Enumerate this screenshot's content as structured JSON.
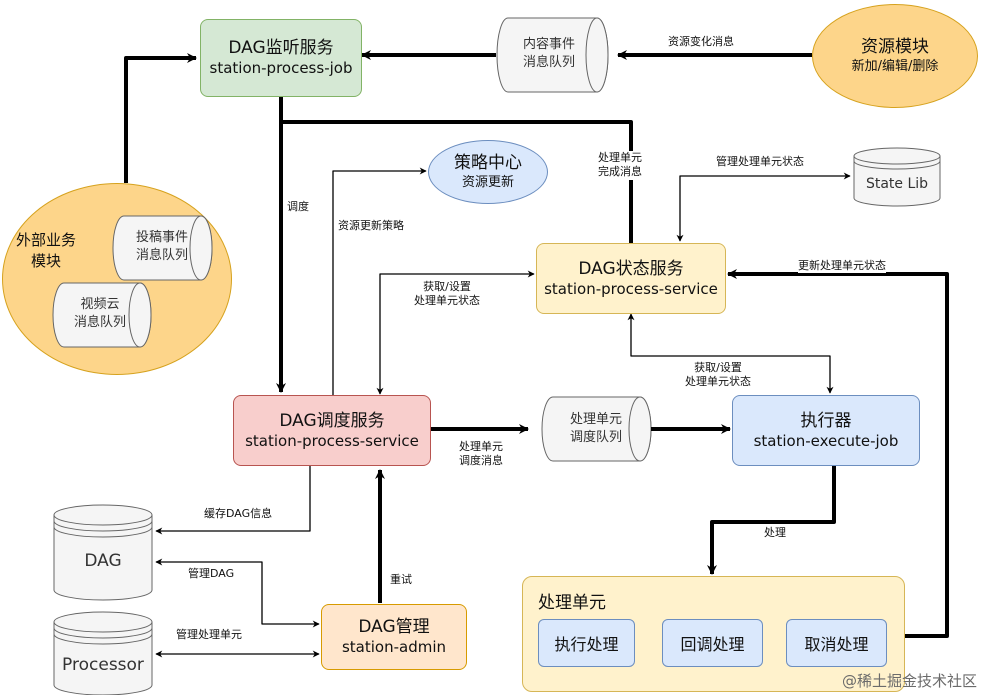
{
  "nodes": {
    "dag_listener": {
      "title": "DAG监听服务",
      "subtitle": "station-process-job"
    },
    "content_queue": {
      "line1": "内容事件",
      "line2": "消息队列"
    },
    "resource_module": {
      "title": "资源模块",
      "subtitle": "新加/编辑/删除"
    },
    "strategy_center": {
      "title": "策略中心",
      "subtitle": "资源更新"
    },
    "state_lib": {
      "label": "State Lib"
    },
    "dag_state": {
      "title": "DAG状态服务",
      "subtitle": "station-process-service"
    },
    "external_business": {
      "line1": "外部业务",
      "line2": "模块"
    },
    "submit_queue": {
      "line1": "投稿事件",
      "line2": "消息队列"
    },
    "video_queue": {
      "line1": "视频云",
      "line2": "消息队列"
    },
    "dag_scheduler": {
      "title": "DAG调度服务",
      "subtitle": "station-process-service"
    },
    "unit_queue": {
      "line1": "处理单元",
      "line2": "调度队列"
    },
    "executor": {
      "title": "执行器",
      "subtitle": "station-execute-job"
    },
    "dag_db": {
      "label": "DAG"
    },
    "processor_db": {
      "label": "Processor"
    },
    "dag_admin": {
      "title": "DAG管理",
      "subtitle": "station-admin"
    },
    "processing_unit": {
      "title": "处理单元",
      "items": [
        "执行处理",
        "回调处理",
        "取消处理"
      ]
    }
  },
  "edge_labels": {
    "resource_change": "资源变化消息",
    "unit_complete_1": "处理单元",
    "unit_complete_2": "完成消息",
    "manage_state": "管理处理单元状态",
    "dispatch": "调度",
    "resource_strategy": "资源更新策略",
    "get_set_1a": "获取/设置",
    "get_set_1b": "处理单元状态",
    "update_state": "更新处理单元状态",
    "get_set_2a": "获取/设置",
    "get_set_2b": "处理单元状态",
    "schedule_msg_1": "处理单元",
    "schedule_msg_2": "调度消息",
    "cache_dag": "缓存DAG信息",
    "process": "处理",
    "manage_dag": "管理DAG",
    "retry": "重试",
    "manage_unit": "管理处理单元"
  },
  "watermark": "@稀土掘金技术社区",
  "colors": {
    "green_fill": "#d5e8d4",
    "yellow_fill": "#fff2cc",
    "red_fill": "#f8cecc",
    "blue_fill": "#dae8fc",
    "orange_fill": "#ffe6cc",
    "ellipse_orange": "#fdd58a",
    "ellipse_stroke": "#d6a21e"
  }
}
